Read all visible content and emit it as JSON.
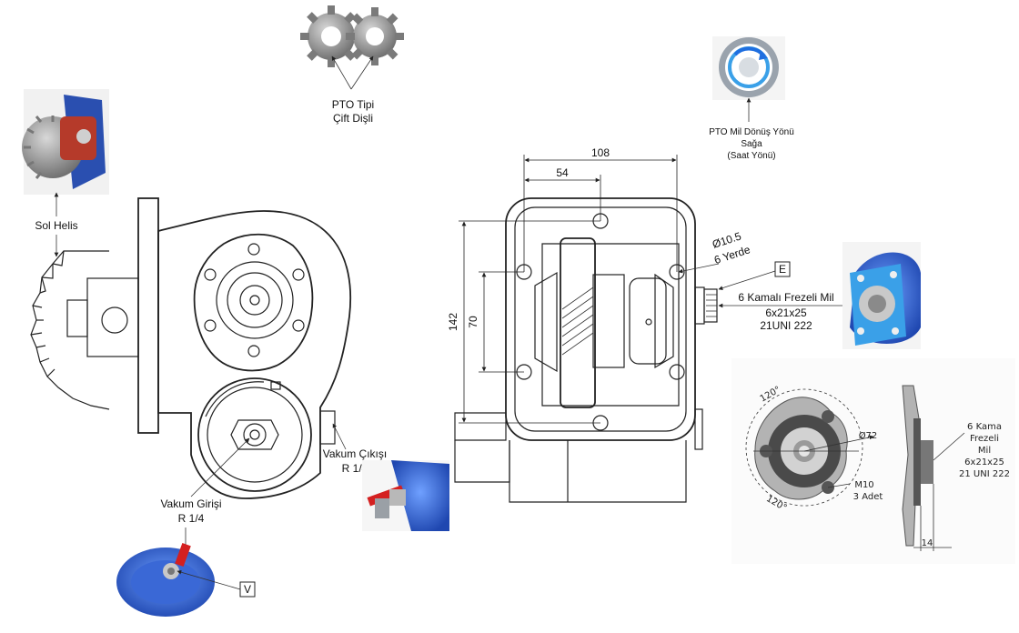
{
  "callouts": {
    "pto_type": [
      "PTO Tipi",
      "Çift Dişli"
    ],
    "rotation": [
      "PTO Mil Dönüş Yönü",
      "Sağa",
      "(Saat Yönü)"
    ],
    "helix": "Sol Helis",
    "vacuum_out": [
      "Vakum Çıkışı",
      "R 1/4"
    ],
    "vacuum_in": [
      "Vakum Girişi",
      "R 1/4"
    ],
    "marker_v": "V",
    "marker_e": "E",
    "shaft": [
      "6 Kamalı Frezeli Mil",
      "6x21x25",
      "21UNI 222"
    ],
    "holes": [
      "Ø10.5",
      "6 Yerde"
    ]
  },
  "dimensions": {
    "width_108": "108",
    "width_54": "54",
    "height_142": "142",
    "height_70": "70"
  },
  "flange_view": {
    "angle_top": "120°",
    "angle_bottom": "120°",
    "diameter": "Ø72",
    "bolt": [
      "M10",
      "3 Adet"
    ],
    "shaft": [
      "6 Kama",
      "Frezeli",
      "Mil",
      "6x21x25",
      "21 UNI 222"
    ],
    "length": "14"
  },
  "colors": {
    "line": "#222222",
    "photo_blue": "#2f5fc9",
    "photo_light_blue": "#3aa0e8",
    "pipe_red": "#d42020",
    "gear_grey": "#8a8a8a"
  }
}
